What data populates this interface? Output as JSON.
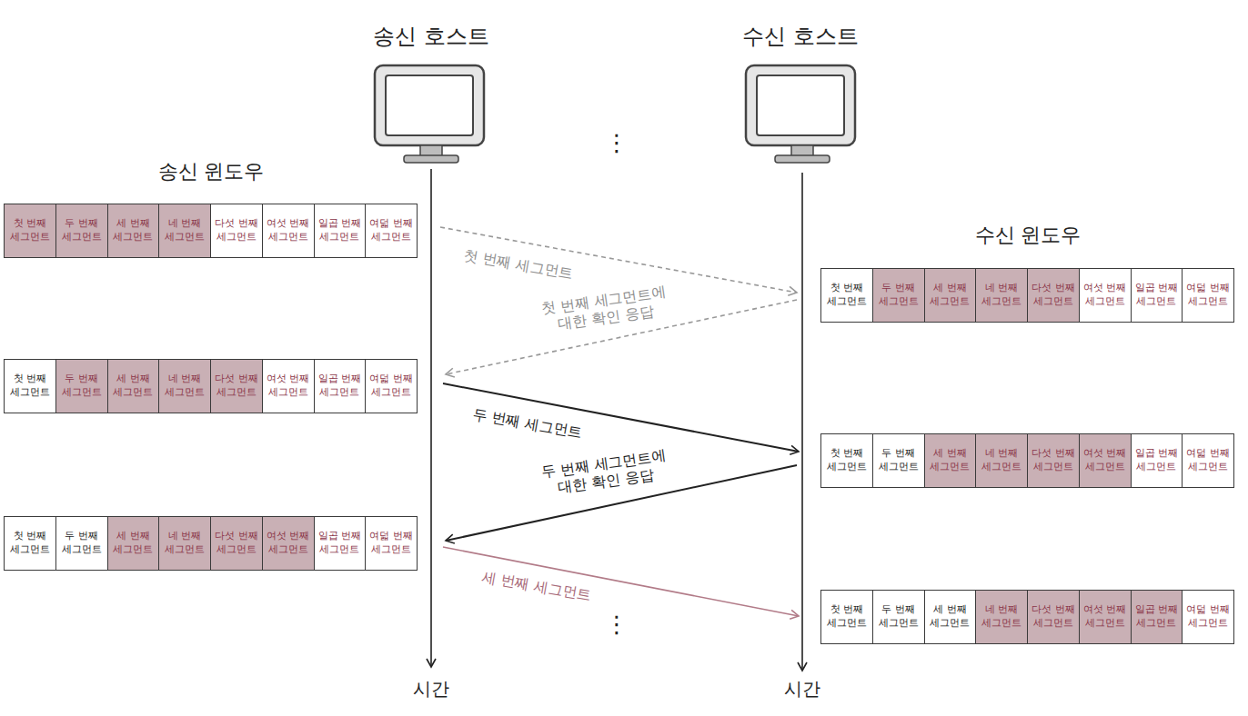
{
  "diagram": {
    "nodes": [
      {
        "text": [
          "첫 번째 세그먼트"
        ]
      },
      {
        "text": [
          "두 번째 세그먼트"
        ]
      },
      {
        "text": [
          "세 번째 세그먼트"
        ]
      },
      {
        "text": [
          "네 번째 세그먼트"
        ]
      },
      {
        "text": [
          "다섯 번째 세그먼트"
        ]
      },
      {
        "text": [
          "여섯 번째 세그먼트"
        ]
      },
      {
        "text": [
          "일곱 번째 세그먼트"
        ]
      },
      {
        "text": [
          "여덟 번째 세그먼트"
        ]
      },
      {
        "text": [
          "첫 번째 세그먼트"
        ]
      },
      {
        "text": [
          "두 번째 세그먼트"
        ]
      },
      {
        "text": [
          "세 번째 세그먼트"
        ]
      },
      {
        "text": [
          "네 번째 세그먼트"
        ]
      },
      {
        "text": [
          "다섯 번째 세그먼트"
        ]
      },
      {
        "text": [
          "여섯 번째 세그먼트"
        ]
      },
      {
        "text": [
          "일곱 번째 세그먼트"
        ]
      },
      {
        "text": [
          "여덟 번째 세그먼트"
        ]
      },
      {
        "text": [
          "첫 번째 세그먼트"
        ]
      },
      {
        "text": [
          "두 번째 세그먼트"
        ]
      },
      {
        "text": [
          "세 번째 세그먼트"
        ]
      },
      {
        "text": [
          "네 번째 세그먼트"
        ]
      },
      {
        "text": [
          "다섯 번째 세그먼트"
        ]
      },
      {
        "text": [
          "여섯 번째 세그먼트"
        ]
      },
      {
        "text": [
          "일곱 번째 세그먼트"
        ]
      },
      {
        "text": [
          "여덟 번째 세그먼트"
        ]
      },
      {
        "text": [
          "첫 번째 세그먼트"
        ]
      },
      {
        "text": [
          "두 번째 세그먼트"
        ]
      },
      {
        "text": [
          "세 번째 세그먼트"
        ]
      },
      {
        "text": [
          "네 번째 세그먼트"
        ]
      },
      {
        "text": [
          "다섯 번째 세그먼트"
        ]
      },
      {
        "text": [
          "여섯 번째 세그먼트"
        ]
      },
      {
        "text": [
          "일곱 번째 세그먼트"
        ]
      },
      {
        "text": [
          "여덟 번째 세그먼트"
        ]
      },
      {
        "text": [
          "첫 번째 세그먼트"
        ]
      },
      {
        "text": [
          "두 번째 세그먼트"
        ]
      },
      {
        "text": [
          "세 번째 세그먼트"
        ]
      },
      {
        "text": [
          "네 번째 세그먼트"
        ]
      },
      {
        "text": [
          "다섯 번째 세그먼트"
        ]
      },
      {
        "text": [
          "여섯 번째 세그먼트"
        ]
      },
      {
        "text": [
          "일곱 번째 세그먼트"
        ]
      },
      {
        "text": [
          "여덟 번째 세그먼트"
        ]
      },
      {
        "text": [
          "첫 번째 세그먼트"
        ]
      },
      {
        "text": [
          "두 번째 세그먼트"
        ]
      },
      {
        "text": [
          "세 번째 세그먼트"
        ]
      },
      {
        "text": [
          "네 번째 세그먼트"
        ]
      },
      {
        "text": [
          "다섯 번째 세그먼트"
        ]
      },
      {
        "text": [
          "여섯 번째 세그먼트"
        ]
      },
      {
        "text": [
          "일곱 번째 세그먼트"
        ]
      },
      {
        "text": [
          "여덟 번째 세그먼트"
        ]
      }
    ],
    "labels": [
      "송신 호스트",
      "수신 호스트",
      "⋮",
      "송신 윈도우",
      "첫 번째 세그먼트",
      "수신 윈도우",
      "첫 번째 세그먼트에 대한 확인 응답",
      "두 번째 세그먼트",
      "두 번째 세그먼트에 대한 확인 응답",
      "세 번째 세그먼트",
      "⋮",
      "시간",
      "시간"
    ]
  }
}
